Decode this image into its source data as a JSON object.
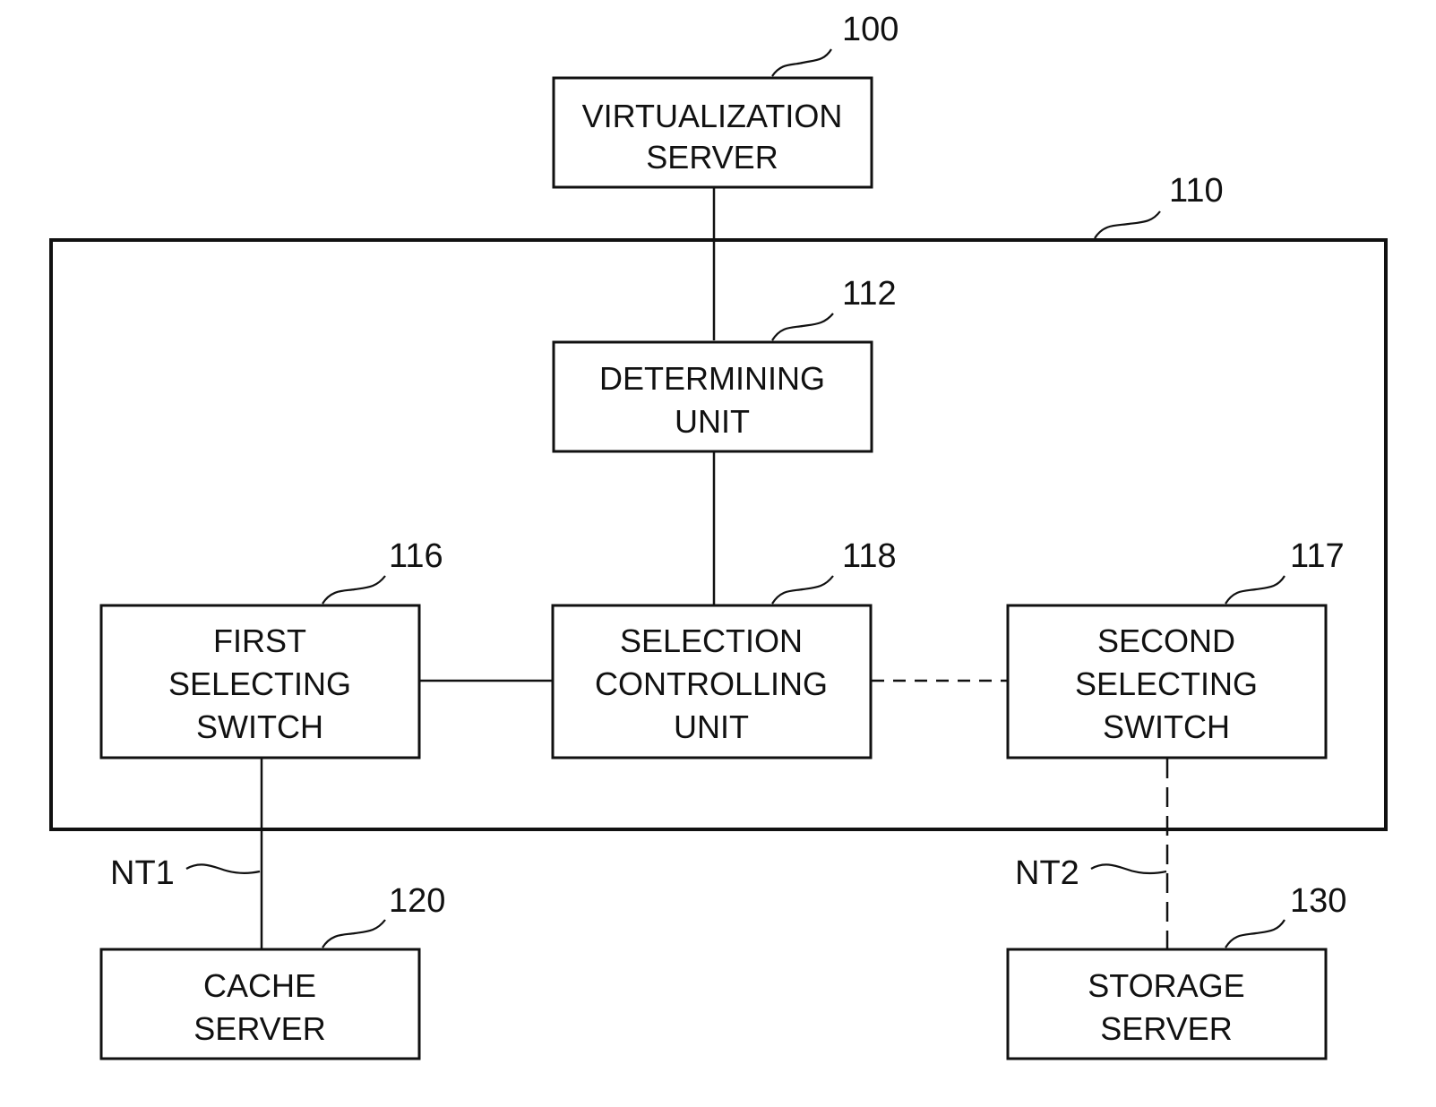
{
  "blocks": {
    "virtualization_server": {
      "ref": "100",
      "lines": [
        "VIRTUALIZATION",
        "SERVER"
      ]
    },
    "determining_unit": {
      "ref": "112",
      "lines": [
        "DETERMINING",
        "UNIT"
      ]
    },
    "first_selecting_switch": {
      "ref": "116",
      "lines": [
        "FIRST",
        "SELECTING",
        "SWITCH"
      ]
    },
    "selection_controlling_unit": {
      "ref": "118",
      "lines": [
        "SELECTION",
        "CONTROLLING",
        "UNIT"
      ]
    },
    "second_selecting_switch": {
      "ref": "117",
      "lines": [
        "SECOND",
        "SELECTING",
        "SWITCH"
      ]
    },
    "cache_server": {
      "ref": "120",
      "lines": [
        "CACHE",
        "SERVER"
      ]
    },
    "storage_server": {
      "ref": "130",
      "lines": [
        "STORAGE",
        "SERVER"
      ]
    }
  },
  "outer_box": {
    "ref": "110"
  },
  "networks": {
    "nt1": "NT1",
    "nt2": "NT2"
  }
}
